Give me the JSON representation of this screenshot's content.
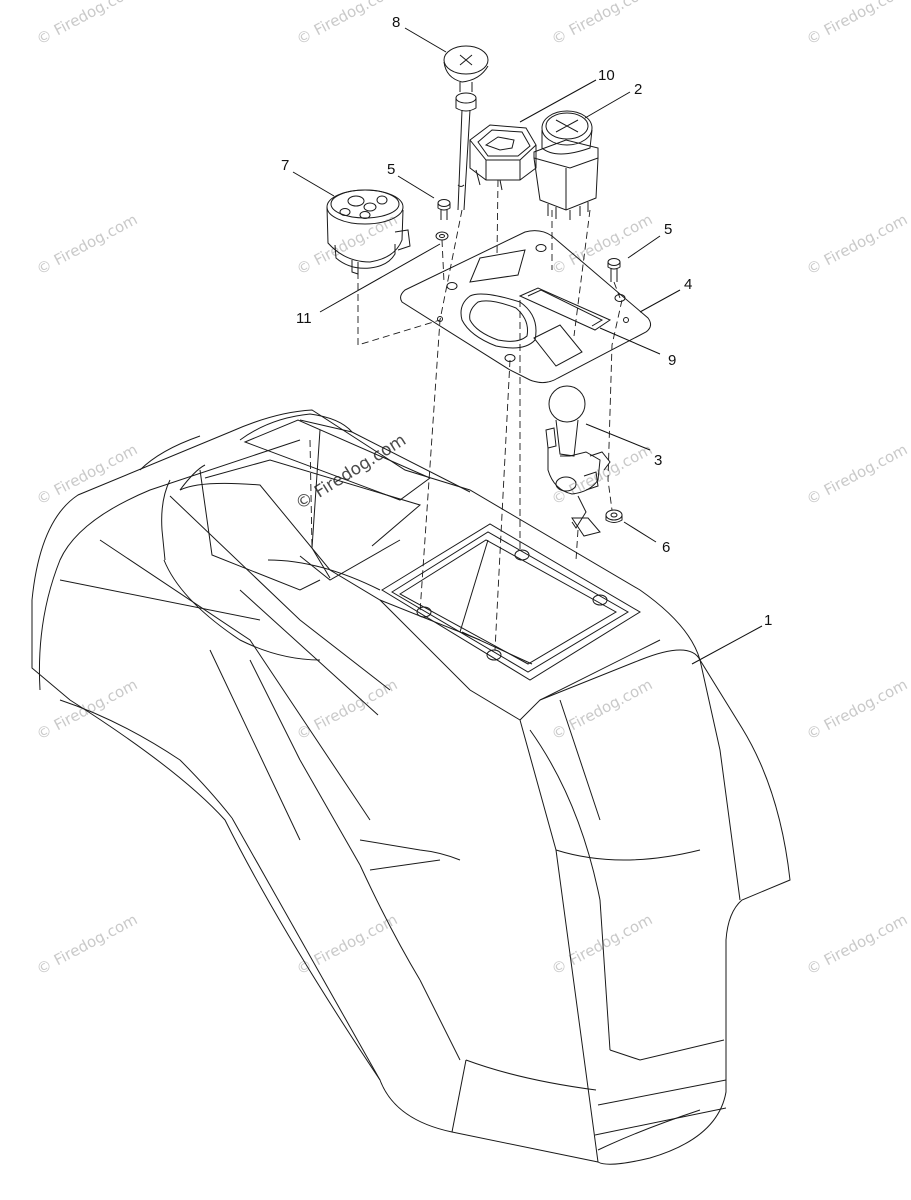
{
  "callouts": [
    {
      "id": "1",
      "label": "1"
    },
    {
      "id": "2",
      "label": "2"
    },
    {
      "id": "3",
      "label": "3"
    },
    {
      "id": "4",
      "label": "4"
    },
    {
      "id": "5a",
      "label": "5"
    },
    {
      "id": "5b",
      "label": "5"
    },
    {
      "id": "6",
      "label": "6"
    },
    {
      "id": "7",
      "label": "7"
    },
    {
      "id": "8",
      "label": "8"
    },
    {
      "id": "9",
      "label": "9"
    },
    {
      "id": "10",
      "label": "10"
    },
    {
      "id": "11",
      "label": "11"
    }
  ],
  "watermark": {
    "text": "© Firedog.com",
    "main_text": "© Firedog.com"
  }
}
